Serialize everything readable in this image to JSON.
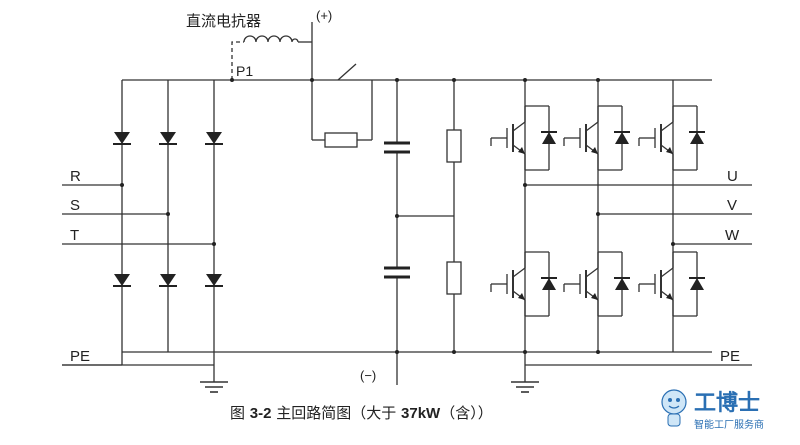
{
  "labels": {
    "reactor": "直流电抗器",
    "plus": "(+)",
    "p1": "P1",
    "minus": "(−)",
    "r": "R",
    "s": "S",
    "t": "T",
    "pe_left": "PE",
    "pe_right": "PE",
    "u": "U",
    "v": "V",
    "w": "W"
  },
  "caption": {
    "prefix": "图 ",
    "number": "3-2",
    "text": "  主回路简图（大于 ",
    "power": "37kW",
    "suffix": "（含））"
  },
  "watermark": {
    "title": "工博士",
    "subtitle": "智能工厂服务商",
    "mascot_icon": "robot-mascot-icon"
  },
  "colors": {
    "line": "#333333",
    "text": "#222222",
    "watermark": "#2a6fb3"
  }
}
